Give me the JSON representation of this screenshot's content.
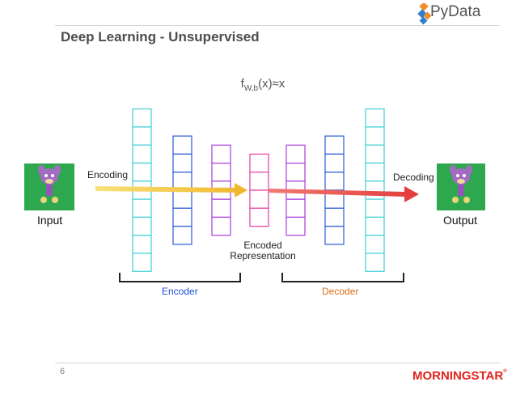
{
  "header": {
    "title": "Deep Learning - Unsupervised",
    "logo_text": "PyData",
    "logo_subtext": "PyData"
  },
  "diagram": {
    "formula_prefix": "f",
    "formula_subscript": "W,b",
    "formula_suffix": "(x)≈x",
    "encoding_label": "Encoding",
    "decoding_label": "Decoding",
    "input_label": "Input",
    "output_label": "Output",
    "center_label_line1": "Encoded",
    "center_label_line2": "Representation",
    "encoder_label": "Encoder",
    "decoder_label": "Decoder",
    "layers": [
      {
        "cells": 9,
        "color": "#4fd3d8"
      },
      {
        "cells": 6,
        "color": "#3a66d6"
      },
      {
        "cells": 5,
        "color": "#b04be0"
      },
      {
        "cells": 4,
        "color": "#e64ca8"
      },
      {
        "cells": 5,
        "color": "#b04be0"
      },
      {
        "cells": 6,
        "color": "#3a66d6"
      },
      {
        "cells": 9,
        "color": "#4fd3d8"
      }
    ],
    "colors": {
      "encoding_arrow": "#f2c13a",
      "decoding_arrow": "#e8534f",
      "encoder_text": "#1f4fd8",
      "decoder_text": "#e06a1a",
      "image_bg": "#2ea84f"
    }
  },
  "footer": {
    "page_number": "6",
    "logo_text": "MORNINGSTAR"
  }
}
